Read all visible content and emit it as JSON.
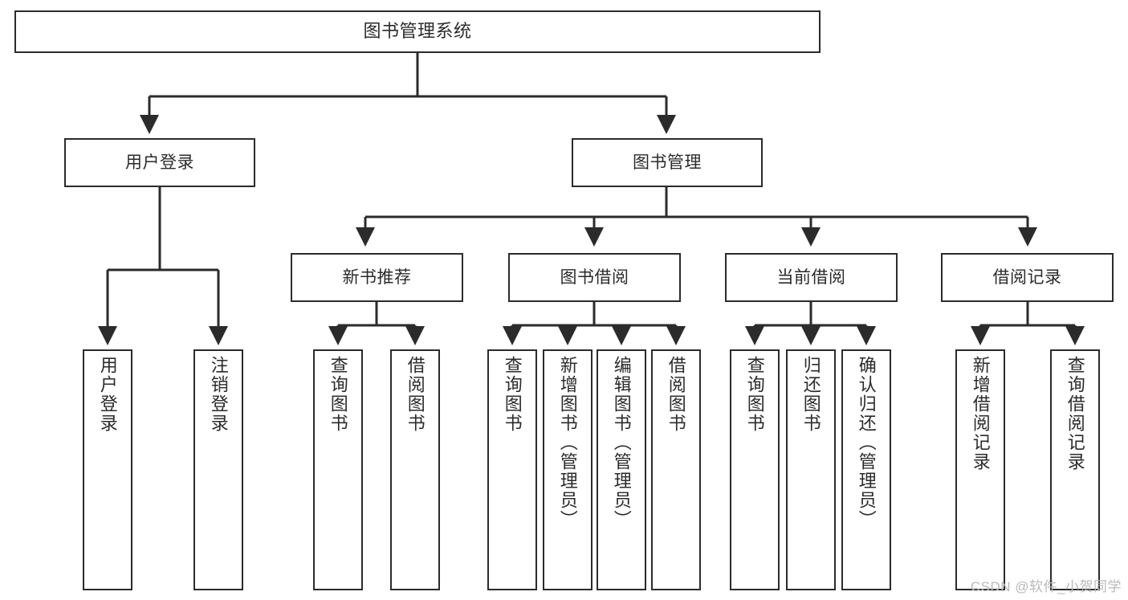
{
  "diagram": {
    "title": "图书管理系统",
    "type": "tree-hierarchy",
    "root": {
      "label": "图书管理系统"
    },
    "level2": [
      {
        "label": "用户登录"
      },
      {
        "label": "图书管理"
      }
    ],
    "level3": [
      {
        "label": "新书推荐"
      },
      {
        "label": "图书借阅"
      },
      {
        "label": "当前借阅"
      },
      {
        "label": "借阅记录"
      }
    ],
    "leaves": {
      "user_login": [
        {
          "label": "用户登录"
        },
        {
          "label": "注销登录"
        }
      ],
      "new_book_recommend": [
        {
          "label": "查询图书"
        },
        {
          "label": "借阅图书"
        }
      ],
      "book_borrow": [
        {
          "label": "查询图书"
        },
        {
          "label": "新增图书（管理员）"
        },
        {
          "label": "编辑图书（管理员）"
        },
        {
          "label": "借阅图书"
        }
      ],
      "current_borrow": [
        {
          "label": "查询图书"
        },
        {
          "label": "归还图书"
        },
        {
          "label": "确认归还（管理员）"
        }
      ],
      "borrow_record": [
        {
          "label": "新增借阅记录"
        },
        {
          "label": "查询借阅记录"
        }
      ]
    }
  },
  "watermark": {
    "text": "CSDN @软件_小贺同学"
  },
  "colors": {
    "stroke": "#2b2b2b",
    "fill": "#ffffff",
    "text": "#2b2b2b",
    "watermark": "#b9b9b9"
  }
}
